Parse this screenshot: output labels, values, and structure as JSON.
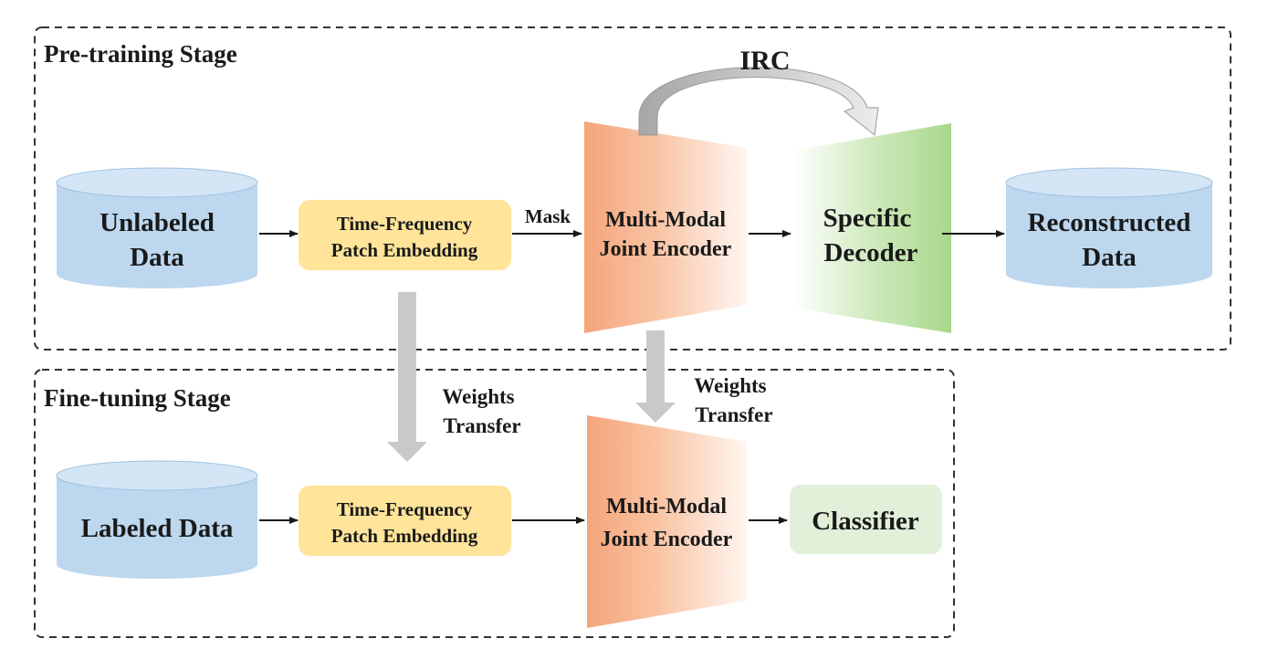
{
  "stages": {
    "pretraining": {
      "label": "Pre-training Stage"
    },
    "finetuning": {
      "label": "Fine-tuning Stage"
    }
  },
  "pretraining": {
    "input_data": {
      "line1": "Unlabeled",
      "line2": "Data"
    },
    "embedding": {
      "line1": "Time-Frequency",
      "line2": "Patch Embedding"
    },
    "mask_label": "Mask",
    "encoder": {
      "line1": "Multi-Modal",
      "line2": "Joint Encoder"
    },
    "irc_label": "IRC",
    "decoder": {
      "line1": "Specific",
      "line2": "Decoder"
    },
    "output_data": {
      "line1": "Reconstructed",
      "line2": "Data"
    }
  },
  "transfer": {
    "embedding_weights": {
      "line1": "Weights",
      "line2": "Transfer"
    },
    "encoder_weights": {
      "line1": "Weights",
      "line2": "Transfer"
    }
  },
  "finetuning": {
    "input_data": {
      "label": "Labeled Data"
    },
    "embedding": {
      "line1": "Time-Frequency",
      "line2": "Patch Embedding"
    },
    "encoder": {
      "line1": "Multi-Modal",
      "line2": "Joint Encoder"
    },
    "classifier": {
      "label": "Classifier"
    }
  },
  "colors": {
    "database_fill": "#bcd7ee",
    "database_top": "#d4e6f6",
    "embedding_fill": "#ffe49a",
    "encoder_gradient": [
      "#f5a57a",
      "#ffffff"
    ],
    "decoder_gradient": [
      "#ffffff",
      "#a8d88a"
    ],
    "classifier_fill": "#e2f0d9",
    "transfer_arrow": "#c9c9c9",
    "border_dash": "#333333"
  }
}
